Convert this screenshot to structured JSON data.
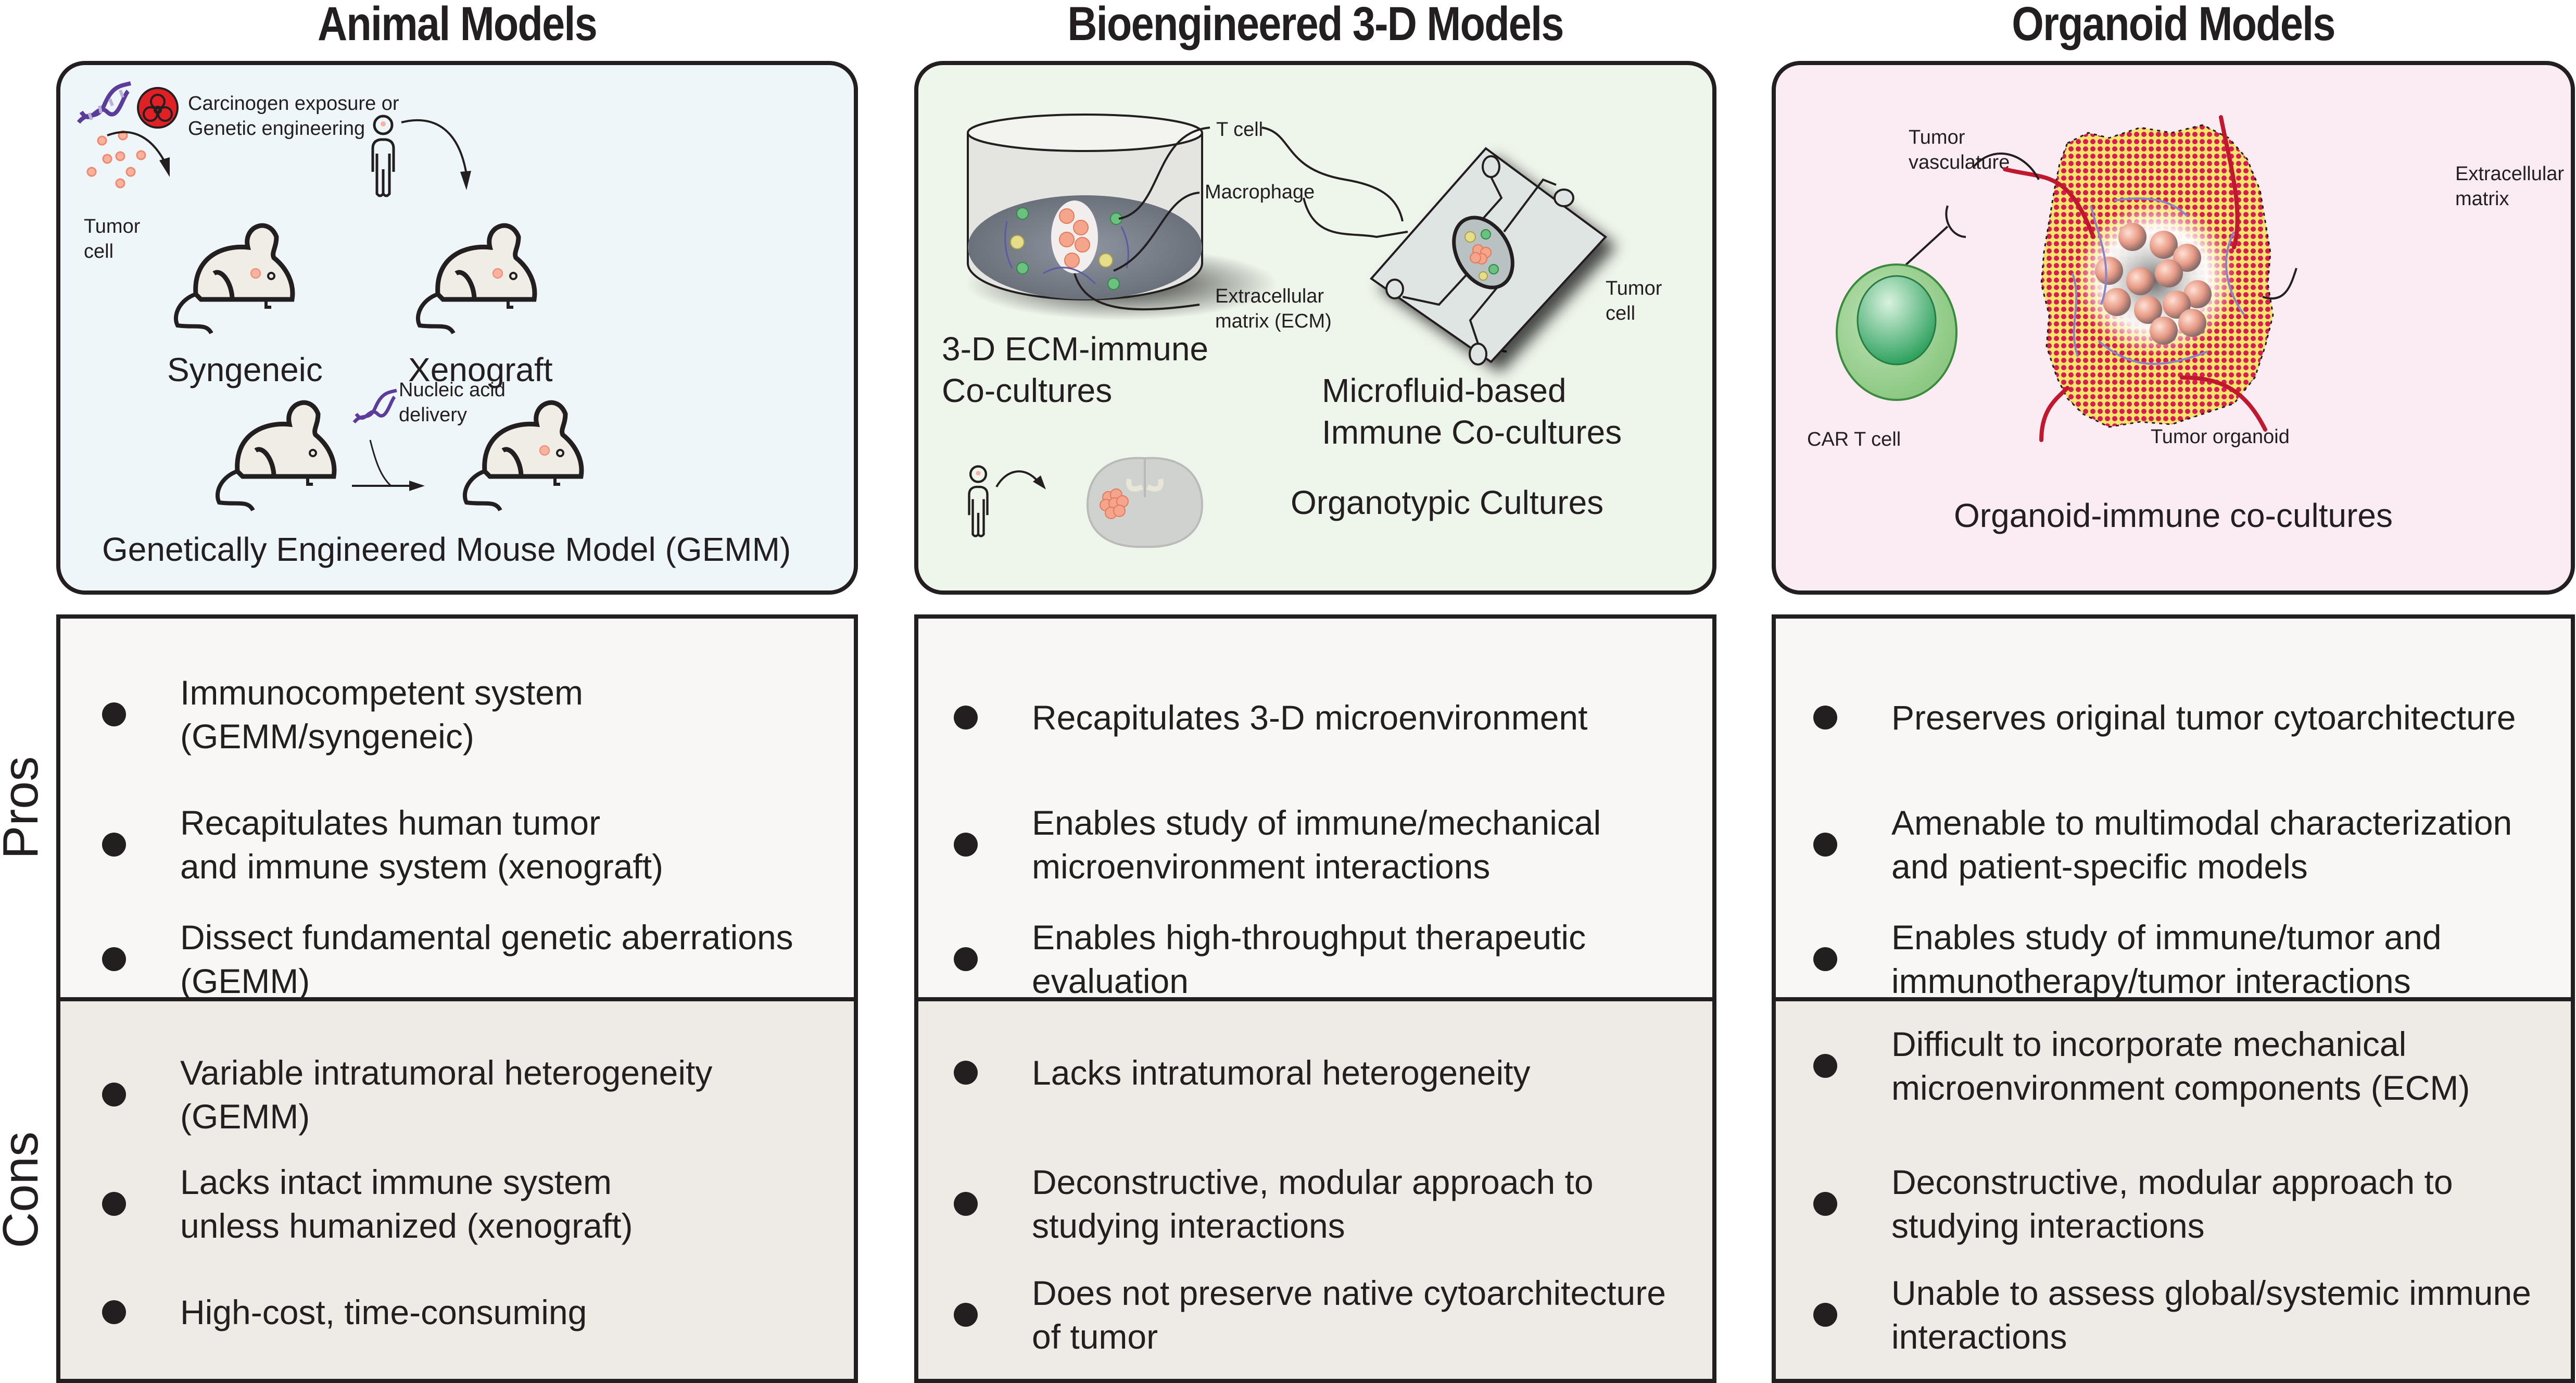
{
  "columns": [
    {
      "title": "Animal Models",
      "panel_color": "#eef6fa",
      "illustration": {
        "labels": {
          "carcinogen_line1": "Carcinogen exposure or",
          "carcinogen_line2": "Genetic engineering",
          "tumor_cell_line1": "Tumor",
          "tumor_cell_line2": "cell",
          "syngeneic": "Syngeneic",
          "xenograft": "Xenograft",
          "nucleic_line1": "Nucleic acid",
          "nucleic_line2": "delivery",
          "gemm": "Genetically Engineered Mouse Model (GEMM)"
        },
        "icons": [
          "dna-icon",
          "biohazard-icon",
          "tumor-cells-icon",
          "mouse-icon",
          "human-icon",
          "arrow-icon"
        ]
      },
      "pros": [
        [
          "Immunocompetent system",
          "(GEMM/syngeneic)"
        ],
        [
          "Recapitulates human tumor",
          "and immune system (xenograft)"
        ],
        [
          "Dissect fundamental genetic aberrations",
          "(GEMM)"
        ]
      ],
      "cons": [
        [
          "Variable intratumoral heterogeneity (GEMM)"
        ],
        [
          "Lacks intact immune system",
          "unless humanized (xenograft)"
        ],
        [
          "High-cost, time-consuming"
        ]
      ]
    },
    {
      "title": "Bioengineered 3-D Models",
      "panel_color": "#eef5ea",
      "illustration": {
        "labels": {
          "t_cell": "T cell",
          "macrophage": "Macrophage",
          "ecm_line1": "Extracellular",
          "ecm_line2": "matrix (ECM)",
          "tumor_cell_line1": "Tumor",
          "tumor_cell_line2": "cell",
          "ecm_immune_line1": "3-D ECM-immune",
          "ecm_immune_line2": "Co-cultures",
          "microfluid_line1": "Microfluid-based",
          "microfluid_line2": "Immune Co-cultures",
          "organotypic": "Organotypic Cultures"
        },
        "icons": [
          "culture-dish-icon",
          "microfluidic-chip-icon",
          "human-icon",
          "brain-slice-icon",
          "arrow-icon"
        ]
      },
      "pros": [
        [
          "Recapitulates 3-D microenvironment"
        ],
        [
          "Enables study of immune/mechanical",
          "microenvironment interactions"
        ],
        [
          "Enables high-throughput therapeutic",
          "evaluation"
        ]
      ],
      "cons": [
        [
          "Lacks intratumoral heterogeneity"
        ],
        [
          "Deconstructive, modular approach to",
          "studying interactions"
        ],
        [
          "Does not preserve native cytoarchitecture",
          "of tumor"
        ]
      ]
    },
    {
      "title": "Organoid Models",
      "panel_color": "#fbecf3",
      "illustration": {
        "labels": {
          "vasculature_line1": "Tumor",
          "vasculature_line2": "vasculature",
          "ecm_line1": "Extracellular",
          "ecm_line2": "matrix",
          "car_t": "CAR T cell",
          "organoid": "Tumor organoid",
          "caption": "Organoid-immune co-cultures"
        },
        "icons": [
          "car-t-cell-icon",
          "tumor-organoid-icon"
        ]
      },
      "pros": [
        [
          "Preserves original tumor cytoarchitecture"
        ],
        [
          "Amenable to multimodal characterization",
          "and patient-specific models"
        ],
        [
          "Enables study of immune/tumor and",
          "immunotherapy/tumor interactions"
        ]
      ],
      "cons": [
        [
          "Difficult to incorporate mechanical",
          "microenvironment components (ECM)"
        ],
        [
          "Deconstructive, modular approach to",
          "studying interactions"
        ],
        [
          "Unable to assess global/systemic immune",
          "interactions"
        ]
      ]
    }
  ],
  "row_labels": {
    "pros": "Pros",
    "cons": "Cons"
  },
  "colors": {
    "pros_bg": "#f8f7f5",
    "cons_bg": "#eeebe6",
    "outline": "#231f20",
    "tumor": "#f4a58c",
    "t_cell": "#6cc080",
    "vessel": "#c0182e",
    "dna": "#5b3c9b"
  }
}
